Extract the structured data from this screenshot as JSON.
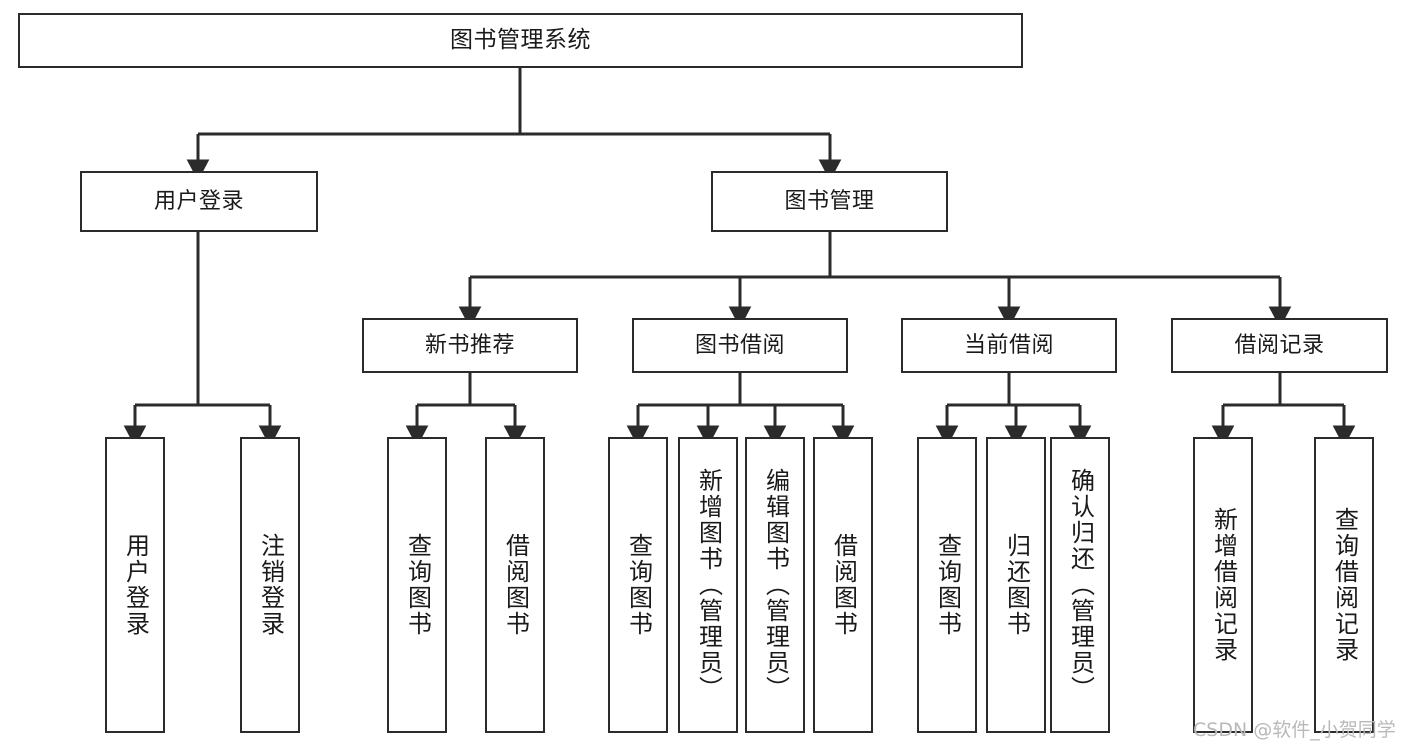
{
  "diagram": {
    "type": "tree",
    "title": "图书管理系统",
    "orientation": "top-down",
    "colors": {
      "box_border": "#2b2b2b",
      "box_fill": "#ffffff",
      "edge": "#2b2b2b",
      "text": "#1a1a1a",
      "watermark": "#b9b9b9",
      "background": "#ffffff"
    }
  },
  "root": {
    "label": "图书管理系统"
  },
  "level2": [
    {
      "label": "用户登录"
    },
    {
      "label": "图书管理"
    }
  ],
  "level3": [
    {
      "label": "新书推荐"
    },
    {
      "label": "图书借阅"
    },
    {
      "label": "当前借阅"
    },
    {
      "label": "借阅记录"
    }
  ],
  "leaves": {
    "user_login": [
      {
        "label": "用户登录"
      },
      {
        "label": "注销登录"
      }
    ],
    "new_book_recommend": [
      {
        "label": "查询图书"
      },
      {
        "label": "借阅图书"
      }
    ],
    "book_borrow": [
      {
        "label": "查询图书"
      },
      {
        "label": "新增图书（管理员）"
      },
      {
        "label": "编辑图书（管理员）"
      },
      {
        "label": "借阅图书"
      }
    ],
    "current_borrow": [
      {
        "label": "查询图书"
      },
      {
        "label": "归还图书"
      },
      {
        "label": "确认归还（管理员）"
      }
    ],
    "borrow_record": [
      {
        "label": "新增借阅记录"
      },
      {
        "label": "查询借阅记录"
      }
    ]
  },
  "watermark": {
    "text": "CSDN @软件_小贺同学"
  }
}
